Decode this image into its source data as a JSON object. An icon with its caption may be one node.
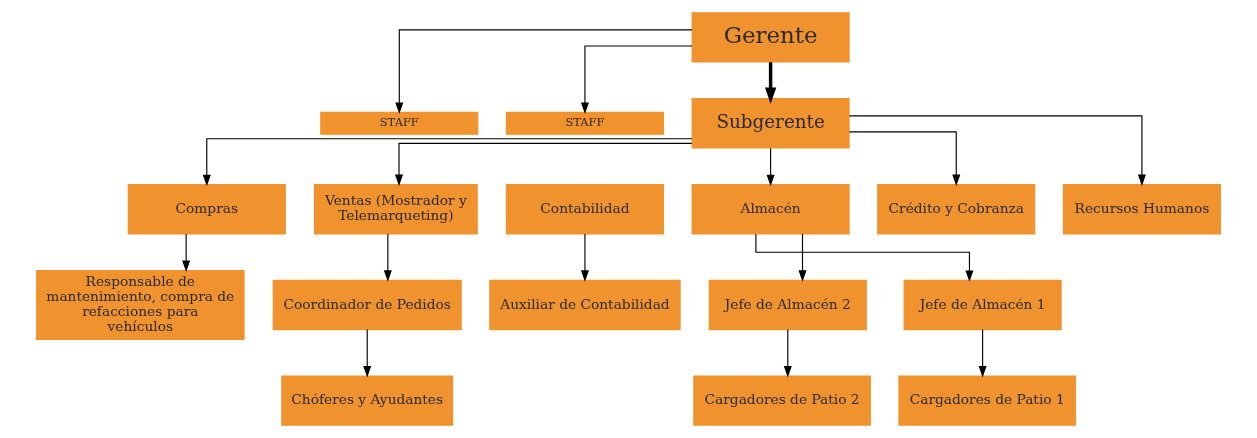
{
  "diagram": {
    "nodes": [
      {
        "text": [
          "Gerente"
        ]
      },
      {
        "text": [
          "STAFF"
        ]
      },
      {
        "text": [
          "STAFF"
        ]
      },
      {
        "text": [
          "Subgerente"
        ]
      },
      {
        "text": [
          "Compras"
        ]
      },
      {
        "text": [
          "Ventas (Mostrador y Telemarqueting)"
        ]
      },
      {
        "text": [
          "Contabilidad"
        ]
      },
      {
        "text": [
          "Almacén"
        ]
      },
      {
        "text": [
          "Crédito y Cobranza"
        ]
      },
      {
        "text": [
          "Recursos Humanos"
        ]
      },
      {
        "text": [
          "Responsable de mantenimiento, compra de refacciones para vehículos"
        ]
      },
      {
        "text": [
          "Coordinador de Pedidos"
        ]
      },
      {
        "text": [
          "Chóferes y Ayudantes"
        ]
      },
      {
        "text": [
          "Auxiliar de Contabilidad"
        ]
      },
      {
        "text": [
          "Jefe de Almacén 1"
        ]
      },
      {
        "text": [
          "Jefe de Almacén 2"
        ]
      },
      {
        "text": [
          "Cargadores de Patio 1"
        ]
      },
      {
        "text": [
          "Cargadores de Patio 2"
        ]
      }
    ],
    "edges": [
      {
        "from": 0,
        "to": 1,
        "arrow": "to"
      },
      {
        "from": 0,
        "to": 2,
        "arrow": "to"
      },
      {
        "from": 0,
        "to": 3,
        "arrow": "to",
        "style": "thick"
      },
      {
        "from": 3,
        "to": 4,
        "arrow": "to"
      },
      {
        "from": 3,
        "to": 5,
        "arrow": "to"
      },
      {
        "from": 3,
        "to": 7,
        "arrow": "to"
      },
      {
        "from": 3,
        "to": 8,
        "arrow": "to"
      },
      {
        "from": 3,
        "to": 9,
        "arrow": "to"
      },
      {
        "from": 4,
        "to": 10,
        "arrow": "to"
      },
      {
        "from": 5,
        "to": 11,
        "arrow": "to"
      },
      {
        "from": 11,
        "to": 12,
        "arrow": "to"
      },
      {
        "from": 6,
        "to": 13,
        "arrow": "to"
      },
      {
        "from": 7,
        "to": 14,
        "arrow": "to"
      },
      {
        "from": 7,
        "to": 15,
        "arrow": "to"
      },
      {
        "from": 14,
        "to": 16,
        "arrow": "to"
      },
      {
        "from": 15,
        "to": 17,
        "arrow": "to"
      }
    ]
  }
}
